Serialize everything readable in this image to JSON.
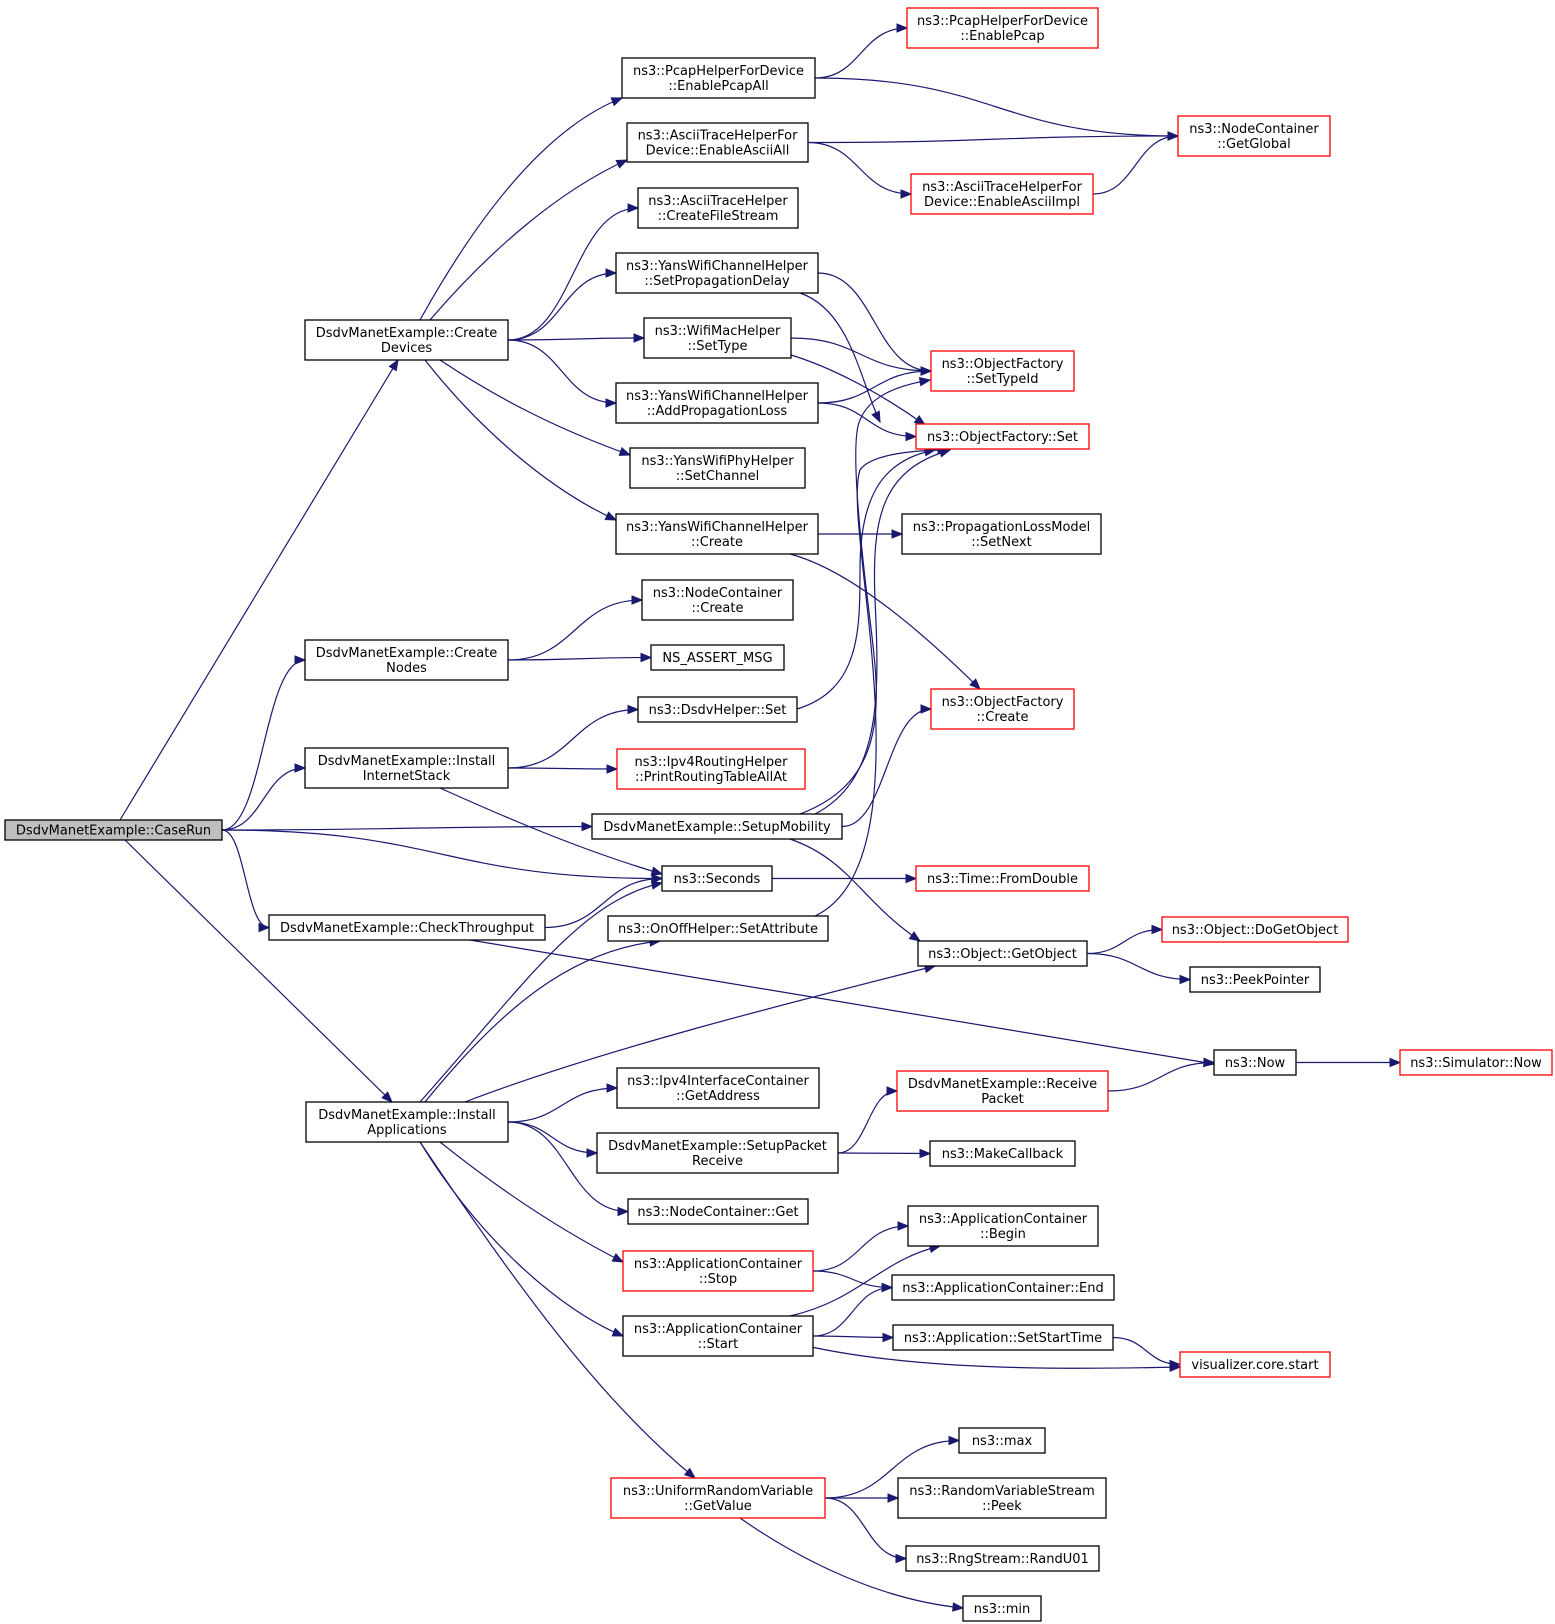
{
  "nodes": {
    "caserun": {
      "lines": [
        "DsdvManetExample::CaseRun"
      ],
      "style": "root"
    },
    "createdevices": {
      "lines": [
        "DsdvManetExample::Create",
        "Devices"
      ],
      "style": "black"
    },
    "createnodes": {
      "lines": [
        "DsdvManetExample::Create",
        "Nodes"
      ],
      "style": "black"
    },
    "installinternetstack": {
      "lines": [
        "DsdvManetExample::Install",
        "InternetStack"
      ],
      "style": "black"
    },
    "checkthroughput": {
      "lines": [
        "DsdvManetExample::CheckThroughput"
      ],
      "style": "black"
    },
    "installapplications": {
      "lines": [
        "DsdvManetExample::Install",
        "Applications"
      ],
      "style": "black"
    },
    "enablepcapall": {
      "lines": [
        "ns3::PcapHelperForDevice",
        "::EnablePcapAll"
      ],
      "style": "black"
    },
    "enableasciiall": {
      "lines": [
        "ns3::AsciiTraceHelperFor",
        "Device::EnableAsciiAll"
      ],
      "style": "black"
    },
    "createfilestream": {
      "lines": [
        "ns3::AsciiTraceHelper",
        "::CreateFileStream"
      ],
      "style": "black"
    },
    "setpropagationdelay": {
      "lines": [
        "ns3::YansWifiChannelHelper",
        "::SetPropagationDelay"
      ],
      "style": "black"
    },
    "wifimacsettype": {
      "lines": [
        "ns3::WifiMacHelper",
        "::SetType"
      ],
      "style": "black"
    },
    "addpropagationloss": {
      "lines": [
        "ns3::YansWifiChannelHelper",
        "::AddPropagationLoss"
      ],
      "style": "black"
    },
    "setchannel": {
      "lines": [
        "ns3::YansWifiPhyHelper",
        "::SetChannel"
      ],
      "style": "black"
    },
    "channelcreate": {
      "lines": [
        "ns3::YansWifiChannelHelper",
        "::Create"
      ],
      "style": "black"
    },
    "nodecontainercreate": {
      "lines": [
        "ns3::NodeContainer",
        "::Create"
      ],
      "style": "black"
    },
    "nsassertmsg": {
      "lines": [
        "NS_ASSERT_MSG"
      ],
      "style": "black"
    },
    "dsdvhelperset": {
      "lines": [
        "ns3::DsdvHelper::Set"
      ],
      "style": "black"
    },
    "printroutingtable": {
      "lines": [
        "ns3::Ipv4RoutingHelper",
        "::PrintRoutingTableAllAt"
      ],
      "style": "red"
    },
    "setupmobility": {
      "lines": [
        "DsdvManetExample::SetupMobility"
      ],
      "style": "black"
    },
    "seconds": {
      "lines": [
        "ns3::Seconds"
      ],
      "style": "black"
    },
    "onoffsetattribute": {
      "lines": [
        "ns3::OnOffHelper::SetAttribute"
      ],
      "style": "black"
    },
    "getaddress": {
      "lines": [
        "ns3::Ipv4InterfaceContainer",
        "::GetAddress"
      ],
      "style": "black"
    },
    "setuppacketreceive": {
      "lines": [
        "DsdvManetExample::SetupPacket",
        "Receive"
      ],
      "style": "black"
    },
    "nodecontainerget": {
      "lines": [
        "ns3::NodeContainer::Get"
      ],
      "style": "black"
    },
    "appstop": {
      "lines": [
        "ns3::ApplicationContainer",
        "::Stop"
      ],
      "style": "red"
    },
    "appstart": {
      "lines": [
        "ns3::ApplicationContainer",
        "::Start"
      ],
      "style": "black"
    },
    "uniformgetvalue": {
      "lines": [
        "ns3::UniformRandomVariable",
        "::GetValue"
      ],
      "style": "red"
    },
    "enablepcap": {
      "lines": [
        "ns3::PcapHelperForDevice",
        "::EnablePcap"
      ],
      "style": "red"
    },
    "enableasciiimpl": {
      "lines": [
        "ns3::AsciiTraceHelperFor",
        "Device::EnableAsciiImpl"
      ],
      "style": "red"
    },
    "settypeid": {
      "lines": [
        "ns3::ObjectFactory",
        "::SetTypeId"
      ],
      "style": "red"
    },
    "objectfactoryset": {
      "lines": [
        "ns3::ObjectFactory::Set"
      ],
      "style": "red"
    },
    "setnext": {
      "lines": [
        "ns3::PropagationLossModel",
        "::SetNext"
      ],
      "style": "black"
    },
    "objectfactorycreate": {
      "lines": [
        "ns3::ObjectFactory",
        "::Create"
      ],
      "style": "red"
    },
    "fromdouble": {
      "lines": [
        "ns3::Time::FromDouble"
      ],
      "style": "red"
    },
    "getobject": {
      "lines": [
        "ns3::Object::GetObject"
      ],
      "style": "black"
    },
    "receivepacket": {
      "lines": [
        "DsdvManetExample::Receive",
        "Packet"
      ],
      "style": "red"
    },
    "makecallback": {
      "lines": [
        "ns3::MakeCallback"
      ],
      "style": "black"
    },
    "appbegin": {
      "lines": [
        "ns3::ApplicationContainer",
        "::Begin"
      ],
      "style": "black"
    },
    "append": {
      "lines": [
        "ns3::ApplicationContainer::End"
      ],
      "style": "black"
    },
    "setstarttime": {
      "lines": [
        "ns3::Application::SetStartTime"
      ],
      "style": "black"
    },
    "max": {
      "lines": [
        "ns3::max"
      ],
      "style": "black"
    },
    "peek": {
      "lines": [
        "ns3::RandomVariableStream",
        "::Peek"
      ],
      "style": "black"
    },
    "randu01": {
      "lines": [
        "ns3::RngStream::RandU01"
      ],
      "style": "black"
    },
    "min": {
      "lines": [
        "ns3::min"
      ],
      "style": "black"
    },
    "getglobal": {
      "lines": [
        "ns3::NodeContainer",
        "::GetGlobal"
      ],
      "style": "red"
    },
    "dogetobject": {
      "lines": [
        "ns3::Object::DoGetObject"
      ],
      "style": "red"
    },
    "peekpointer": {
      "lines": [
        "ns3::PeekPointer"
      ],
      "style": "black"
    },
    "now": {
      "lines": [
        "ns3::Now"
      ],
      "style": "black"
    },
    "visualizerstart": {
      "lines": [
        "visualizer.core.start"
      ],
      "style": "red"
    },
    "simulatornow": {
      "lines": [
        "ns3::Simulator::Now"
      ],
      "style": "red"
    }
  },
  "edges": [
    [
      "caserun",
      "createdevices"
    ],
    [
      "caserun",
      "createnodes"
    ],
    [
      "caserun",
      "installinternetstack"
    ],
    [
      "caserun",
      "setupmobility"
    ],
    [
      "caserun",
      "seconds"
    ],
    [
      "caserun",
      "checkthroughput"
    ],
    [
      "caserun",
      "installapplications"
    ],
    [
      "createdevices",
      "enablepcapall"
    ],
    [
      "createdevices",
      "enableasciiall"
    ],
    [
      "createdevices",
      "createfilestream"
    ],
    [
      "createdevices",
      "setpropagationdelay"
    ],
    [
      "createdevices",
      "wifimacsettype"
    ],
    [
      "createdevices",
      "addpropagationloss"
    ],
    [
      "createdevices",
      "setchannel"
    ],
    [
      "createdevices",
      "channelcreate"
    ],
    [
      "enablepcapall",
      "enablepcap"
    ],
    [
      "enablepcapall",
      "getglobal"
    ],
    [
      "enableasciiall",
      "getglobal"
    ],
    [
      "enableasciiall",
      "enableasciiimpl"
    ],
    [
      "enableasciiimpl",
      "getglobal"
    ],
    [
      "setpropagationdelay",
      "settypeid"
    ],
    [
      "setpropagationdelay",
      "objectfactoryset"
    ],
    [
      "wifimacsettype",
      "settypeid"
    ],
    [
      "wifimacsettype",
      "objectfactoryset"
    ],
    [
      "addpropagationloss",
      "settypeid"
    ],
    [
      "addpropagationloss",
      "objectfactoryset"
    ],
    [
      "channelcreate",
      "setnext"
    ],
    [
      "channelcreate",
      "objectfactorycreate"
    ],
    [
      "createnodes",
      "nodecontainercreate"
    ],
    [
      "createnodes",
      "nsassertmsg"
    ],
    [
      "installinternetstack",
      "dsdvhelperset"
    ],
    [
      "installinternetstack",
      "printroutingtable"
    ],
    [
      "installinternetstack",
      "seconds"
    ],
    [
      "dsdvhelperset",
      "objectfactoryset"
    ],
    [
      "setupmobility",
      "settypeid"
    ],
    [
      "setupmobility",
      "objectfactoryset"
    ],
    [
      "setupmobility",
      "objectfactorycreate"
    ],
    [
      "setupmobility",
      "getobject"
    ],
    [
      "seconds",
      "fromdouble"
    ],
    [
      "checkthroughput",
      "seconds"
    ],
    [
      "checkthroughput",
      "now"
    ],
    [
      "onoffsetattribute",
      "objectfactoryset"
    ],
    [
      "installapplications",
      "seconds"
    ],
    [
      "installapplications",
      "onoffsetattribute"
    ],
    [
      "installapplications",
      "getobject"
    ],
    [
      "installapplications",
      "getaddress"
    ],
    [
      "installapplications",
      "setuppacketreceive"
    ],
    [
      "installapplications",
      "nodecontainerget"
    ],
    [
      "installapplications",
      "appstop"
    ],
    [
      "installapplications",
      "appstart"
    ],
    [
      "installapplications",
      "uniformgetvalue"
    ],
    [
      "getobject",
      "dogetobject"
    ],
    [
      "getobject",
      "peekpointer"
    ],
    [
      "setuppacketreceive",
      "receivepacket"
    ],
    [
      "setuppacketreceive",
      "makecallback"
    ],
    [
      "receivepacket",
      "now"
    ],
    [
      "now",
      "simulatornow"
    ],
    [
      "appstop",
      "appbegin"
    ],
    [
      "appstop",
      "append"
    ],
    [
      "appstart",
      "appbegin"
    ],
    [
      "appstart",
      "append"
    ],
    [
      "appstart",
      "setstarttime"
    ],
    [
      "appstart",
      "visualizerstart"
    ],
    [
      "setstarttime",
      "visualizerstart"
    ],
    [
      "uniformgetvalue",
      "max"
    ],
    [
      "uniformgetvalue",
      "peek"
    ],
    [
      "uniformgetvalue",
      "randu01"
    ],
    [
      "uniformgetvalue",
      "min"
    ]
  ]
}
